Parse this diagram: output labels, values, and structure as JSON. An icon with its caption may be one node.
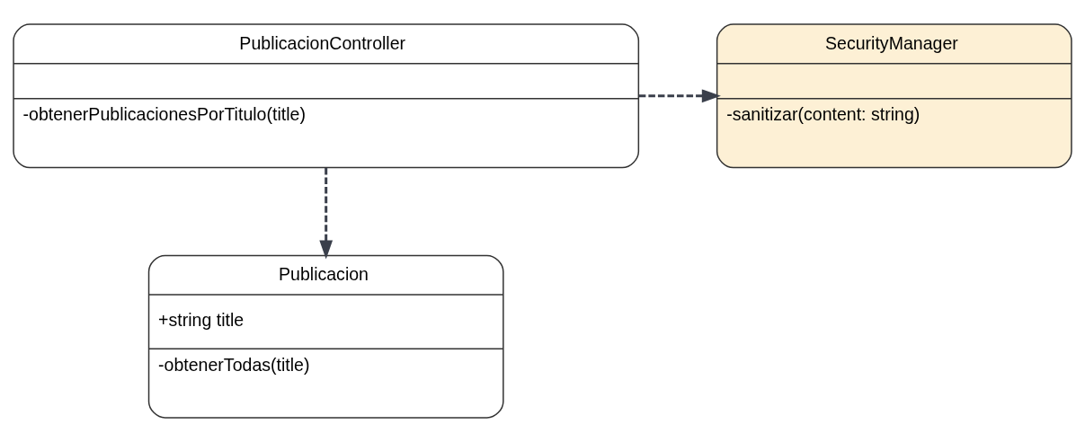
{
  "diagram": {
    "nodes": [
      {
        "text": [
          "SecurityManager",
          "-sanitizar(content: string)"
        ]
      },
      {
        "text": [
          "PublicacionController",
          "-obtenerPublicacionesPorTitulo(title)"
        ]
      },
      {
        "text": [
          "Publicacion",
          "+string title",
          "-obtenerTodas(title)"
        ]
      }
    ],
    "edges": [
      {
        "from": 1,
        "to": 0,
        "arrow": "to",
        "style": "dashed"
      },
      {
        "from": 1,
        "to": 2,
        "arrow": "to",
        "style": "dashed"
      }
    ]
  }
}
